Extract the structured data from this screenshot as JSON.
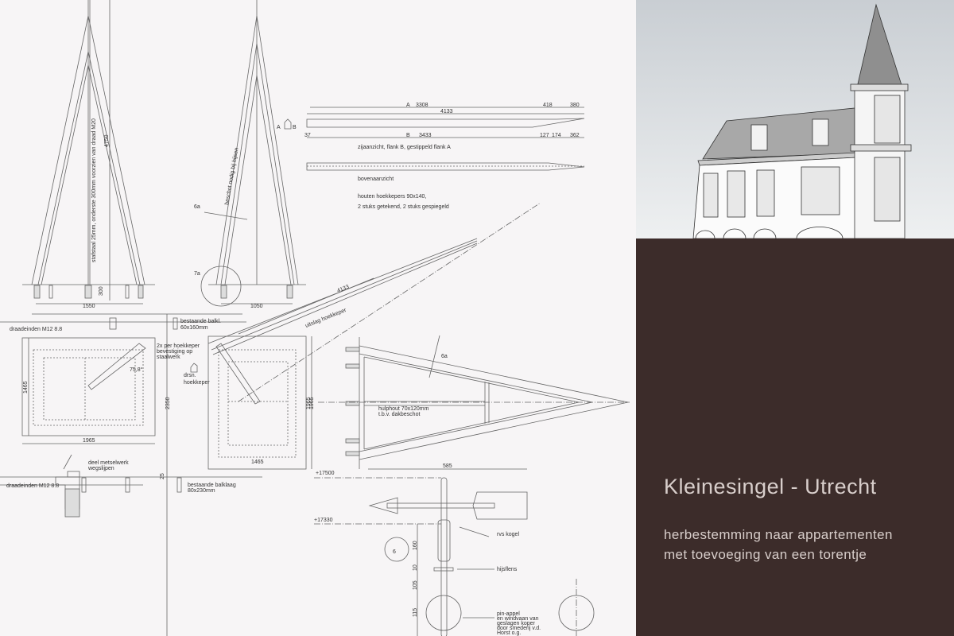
{
  "drawing": {
    "elevation1": {
      "dim_width": "1550",
      "dim_height": "4750",
      "dim_block": "300",
      "pole_note": "stafstaal 25mm, onderste 300mm voorzien van draad M20"
    },
    "elevation2": {
      "dim_width": "1050",
      "label_6a": "6a",
      "label_7a": "7a",
      "note": "beschot nodig bij hijsen",
      "flank_a": "A",
      "flank_b": "B"
    },
    "rafter": {
      "label_a": "A",
      "dim_a": "3308",
      "dim_418": "418",
      "dim_380": "380",
      "dim_total": "4133",
      "dim_37": "37",
      "label_b": "B",
      "dim_b": "3433",
      "dim_127": "127",
      "dim_174": "174",
      "dim_362": "362",
      "side_view": "zijaanzicht, flank B, gestippeld flank A",
      "top_view": "bovenaanzicht",
      "title": "houten hoekkepers 90x140,",
      "subtitle": "2 stuks getekend, 2 stuks gespiegeld"
    },
    "diagonal": {
      "dim": "4133",
      "label": "uitslag hoekkeper"
    },
    "plan_left": {
      "bolts_top": "draadeinden M12 8.8",
      "dim_h": "1465",
      "dim_w": "1965",
      "note1": "2x per hoekkeper",
      "note2": "bevestiging op",
      "note3": "staalwerk",
      "angle": "75,8°",
      "beam1": "bestaande balkl.",
      "beam2": "60x160mm",
      "dim_v": "2350"
    },
    "plan_right": {
      "note1": "drsn.",
      "note2": "hoekkeper",
      "dim_h": "1965",
      "dim_w": "1465"
    },
    "section": {
      "note1": "deel metselwerk",
      "note2": "wegslijpen",
      "bolts": "draadeinden M12 8.8",
      "beam1": "bestaande balklaag",
      "beam2": "80x230mm",
      "dim": "25",
      "level1": "+17500"
    },
    "truss": {
      "label": "6a",
      "note1": "hulphout 70x120mm",
      "note2": "t.b.v. dakbeschot",
      "dim_h": "1965",
      "dim_w": "585"
    },
    "vane": {
      "level": "+17330",
      "detail": "6",
      "kogel": "rvs kogel",
      "flens": "hijsflens",
      "d1": "160",
      "d2": "10",
      "d3": "105",
      "d4": "115",
      "note1": "pin-appel",
      "note2": "en windvaan van",
      "note3": "geslagen koper",
      "note4": "door smederij v.d.",
      "note5": "Horst o.g."
    }
  },
  "info": {
    "title": "Kleinesingel - Utrecht",
    "line1": "herbestemming naar appartementen",
    "line2": "met toevoeging van een torentje",
    "colors": {
      "panel": "#3c2c2a",
      "text": "#d8cecb"
    }
  }
}
